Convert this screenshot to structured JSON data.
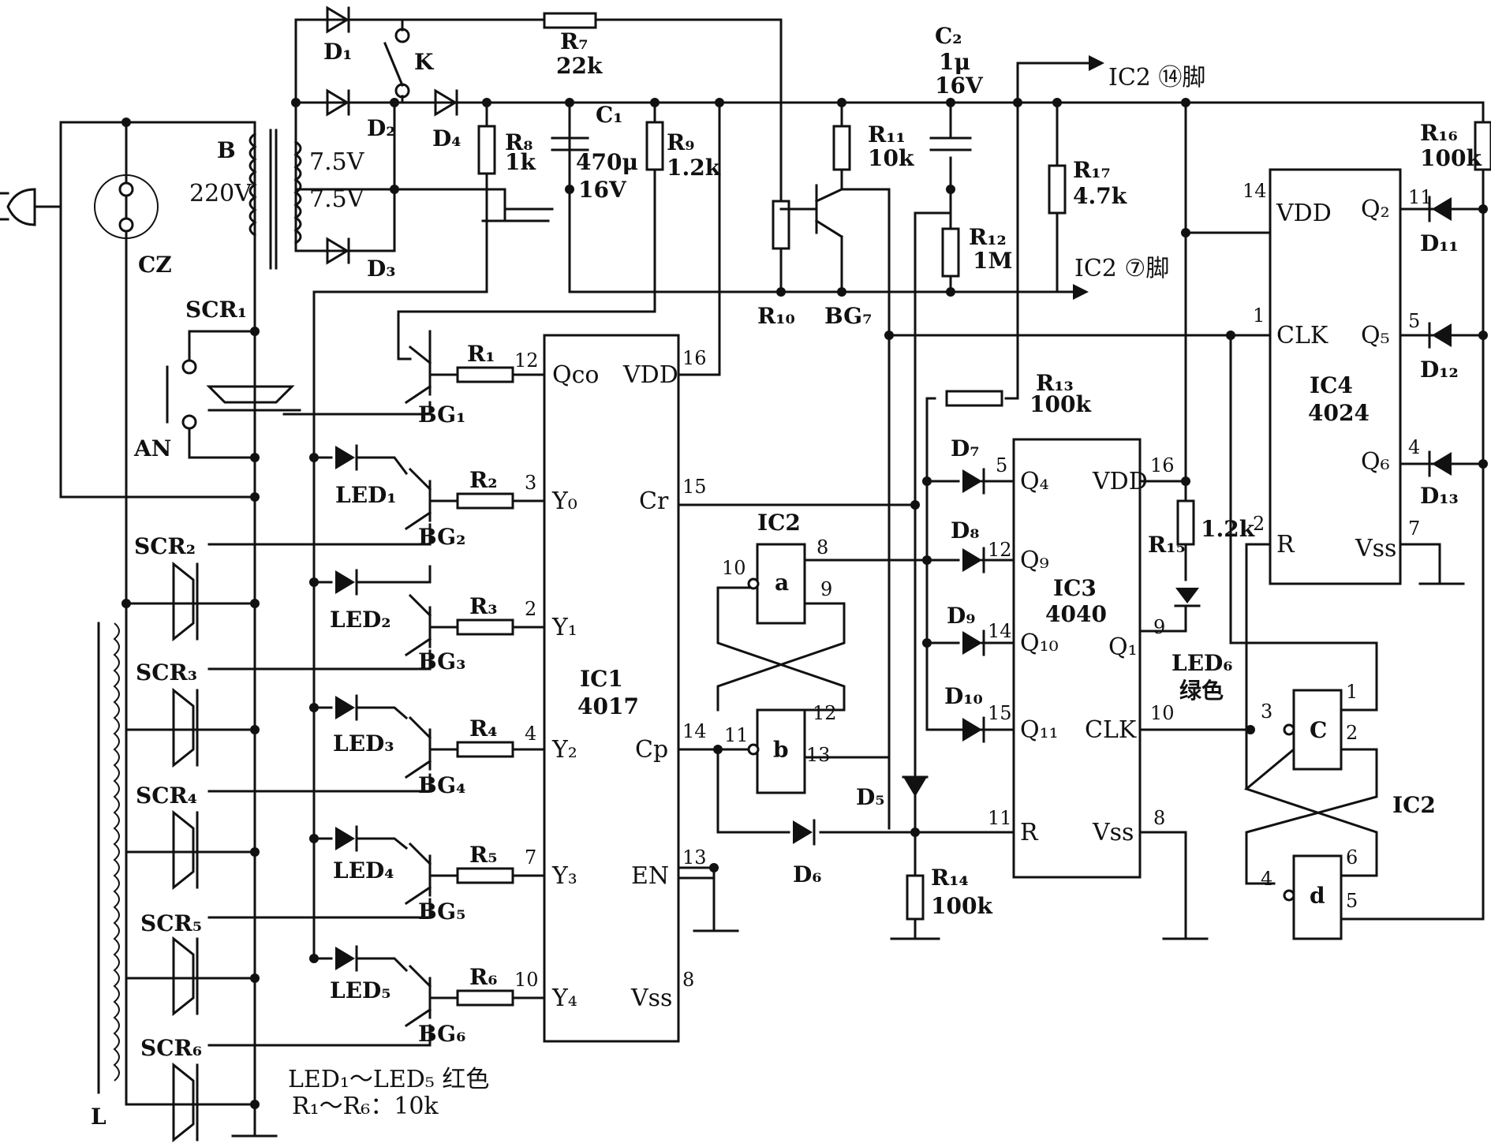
{
  "power": {
    "transformer": "B",
    "primary": "220V",
    "secondary_1": "7.5V",
    "secondary_2": "7.5V",
    "socket": "CZ",
    "button": "AN",
    "motor_winding": "L",
    "switch": "K"
  },
  "diodes": {
    "d1": "D₁",
    "d2": "D₂",
    "d3": "D₃",
    "d4": "D₄",
    "d5": "D₅",
    "d6": "D₆",
    "d7": "D₇",
    "d8": "D₈",
    "d9": "D₉",
    "d10": "D₁₀",
    "d11": "D₁₁",
    "d12": "D₁₂",
    "d13": "D₁₃"
  },
  "resistors": {
    "r7_name": "R₇",
    "r7_val": "22k",
    "r8_name": "R₈",
    "r8_val": "1k",
    "r9_name": "R₉",
    "r9_val": "1.2k",
    "r10_name": "R₁₀",
    "r11_name": "R₁₁",
    "r11_val": "10k",
    "r12_name": "R₁₂",
    "r12_val": "1M",
    "r13_name": "R₁₃",
    "r13_val": "100k",
    "r14_name": "R₁₄",
    "r14_val": "100k",
    "r15_name": "R₁₅",
    "r15_val": "1.2k",
    "r16_name": "R₁₆",
    "r16_val": "100k",
    "r17_name": "R₁₇",
    "r17_val": "4.7k",
    "r1": "R₁",
    "r2": "R₂",
    "r3": "R₃",
    "r4": "R₄",
    "r5": "R₅",
    "r6": "R₆"
  },
  "capacitors": {
    "c1_name": "C₁",
    "c1_val1": "470μ",
    "c1_val2": "16V",
    "c2_name": "C₂",
    "c2_val1": "1μ",
    "c2_val2": "16V"
  },
  "transistors": {
    "bg1": "BG₁",
    "bg2": "BG₂",
    "bg3": "BG₃",
    "bg4": "BG₄",
    "bg5": "BG₅",
    "bg6": "BG₆",
    "bg7": "BG₇"
  },
  "leds": {
    "led1": "LED₁",
    "led2": "LED₂",
    "led3": "LED₃",
    "led4": "LED₄",
    "led5": "LED₅",
    "led6": "LED₆",
    "led6_color": "绿色"
  },
  "scrs": {
    "scr1": "SCR₁",
    "scr2": "SCR₂",
    "scr3": "SCR₃",
    "scr4": "SCR₄",
    "scr5": "SCR₅",
    "scr6": "SCR₆"
  },
  "ic1": {
    "name": "IC1",
    "part": "4017",
    "pins": {
      "qco": "Qco",
      "y0": "Y₀",
      "y1": "Y₁",
      "y2": "Y₂",
      "y3": "Y₃",
      "y4": "Y₄",
      "vdd": "VDD",
      "cr": "Cr",
      "cp": "Cp",
      "en": "EN",
      "vss": "Vss"
    },
    "nums": {
      "qco": "12",
      "y0": "3",
      "y1": "2",
      "y2": "4",
      "y3": "7",
      "y4": "10",
      "vdd": "16",
      "cr": "15",
      "cp": "14",
      "en": "13",
      "vss": "8"
    }
  },
  "ic2": {
    "name": "IC2",
    "gate_a": "a",
    "gate_b": "b",
    "gate_c": "C",
    "gate_d": "d",
    "nums": {
      "a_in": "10",
      "a_out": "8",
      "a_in2": "9",
      "b_in": "11",
      "b_in2": "13",
      "b_out": "12",
      "c_in": "3",
      "c_in2": "2",
      "c_out": "1",
      "d_in": "4",
      "d_in2": "5",
      "d_out": "6"
    },
    "pin14_note": "IC2 ⑭脚",
    "pin7_note": "IC2 ⑦脚"
  },
  "ic3": {
    "name": "IC3",
    "part": "4040",
    "pins": {
      "q4": "Q₄",
      "q9": "Q₉",
      "q10": "Q₁₀",
      "q11": "Q₁₁",
      "vdd": "VDD",
      "q1": "Q₁",
      "clk": "CLK",
      "r": "R",
      "vss": "Vss"
    },
    "nums": {
      "q4": "5",
      "q9": "12",
      "q10": "14",
      "q11": "15",
      "vdd": "16",
      "q1": "9",
      "clk": "10",
      "r": "11",
      "vss": "8"
    }
  },
  "ic4": {
    "name": "IC4",
    "part": "4024",
    "pins": {
      "vdd": "VDD",
      "clk": "CLK",
      "r": "R",
      "q2": "Q₂",
      "q5": "Q₅",
      "q6": "Q₆",
      "vss": "Vss"
    },
    "nums": {
      "vdd": "14",
      "clk": "1",
      "r": "2",
      "q2": "11",
      "q5": "5",
      "q6": "4",
      "vss": "7"
    }
  },
  "notes": {
    "line1": "LED₁～LED₅  红色",
    "line2": "R₁～R₆：10k"
  }
}
